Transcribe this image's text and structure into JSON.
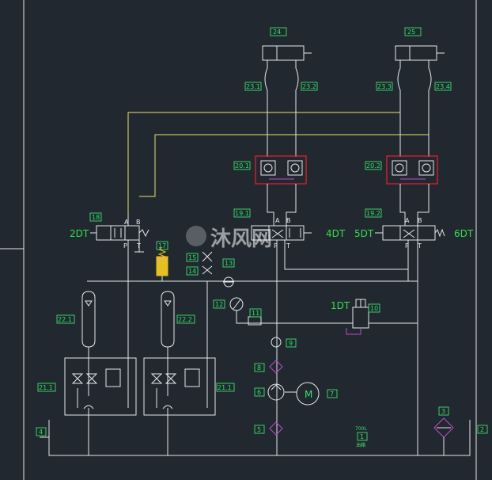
{
  "labels": {
    "l24": "24",
    "l25": "25",
    "l23_1": "23.1",
    "l23_2": "23.2",
    "l23_3": "23.3",
    "l23_4": "23.4",
    "l20_1": "20.1",
    "l20_2": "20.2",
    "l19_1": "19.1",
    "l19_2": "19.2",
    "l18": "18",
    "l17": "17",
    "l15": "15",
    "l14": "14",
    "l13": "13",
    "l12": "12",
    "l11": "11",
    "l10": "10",
    "l9": "9",
    "l8": "8",
    "l6": "6",
    "l5": "5",
    "l7": "7",
    "l3": "3",
    "l2": "2",
    "l4": "4",
    "l1": "1",
    "l22_1": "22.1",
    "l22_2": "22.2",
    "l21_1": "21.1",
    "l21_2": "21.1"
  },
  "solenoids": {
    "dt2": "2DT",
    "dt4": "4DT",
    "dt5": "5DT",
    "dt6": "6DT",
    "dt1": "1DT"
  },
  "ports": {
    "A": "A",
    "B": "B",
    "P": "P",
    "T": "T"
  },
  "motor": "M",
  "tank": {
    "volume": "700L",
    "name": "油箱"
  },
  "watermark": "沐风网",
  "colors": {
    "background": "#212830",
    "line": "#e8e8e8",
    "pilot_line": "#e6e36a",
    "label": "#24e26a",
    "highlight": "#e02030",
    "filter": "#c04ad0"
  }
}
